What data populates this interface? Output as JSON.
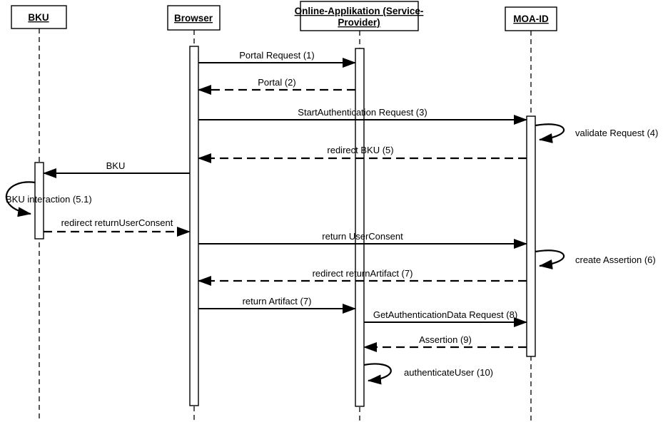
{
  "diagram_type": "uml-sequence-diagram",
  "colors": {
    "line": "#000000",
    "background": "#ffffff",
    "shape_fill": "#ffffff"
  },
  "lifelines": [
    {
      "name": "BKU",
      "label": "BKU"
    },
    {
      "name": "Browser",
      "label": "Browser"
    },
    {
      "name": "Online-Applikation",
      "label_line1": "Online-Applikation (Service-",
      "label_line2": "Provider)"
    },
    {
      "name": "MOA-ID",
      "label": "MOA-ID"
    }
  ],
  "messages": [
    {
      "label": "Portal Request (1)",
      "from": "Browser",
      "to": "Online-Applikation",
      "style": "solid"
    },
    {
      "label": "Portal (2)",
      "from": "Online-Applikation",
      "to": "Browser",
      "style": "dashed"
    },
    {
      "label": "StartAuthentication Request (3)",
      "from": "Browser",
      "to": "MOA-ID",
      "style": "solid"
    },
    {
      "label": "validate Request (4)",
      "from": "MOA-ID",
      "to": "MOA-ID",
      "style": "self-loop"
    },
    {
      "label": "redirect BKU (5)",
      "from": "MOA-ID",
      "to": "Browser",
      "style": "dashed"
    },
    {
      "label": "BKU",
      "from": "Browser",
      "to": "BKU",
      "style": "solid"
    },
    {
      "label": "BKU interaction (5.1)",
      "from": "BKU",
      "to": "BKU",
      "style": "self-loop"
    },
    {
      "label": "redirect returnUserConsent",
      "from": "BKU",
      "to": "Browser",
      "style": "dashed"
    },
    {
      "label": "return UserConsent",
      "from": "Browser",
      "to": "MOA-ID",
      "style": "solid"
    },
    {
      "label": "create Assertion (6)",
      "from": "MOA-ID",
      "to": "MOA-ID",
      "style": "self-loop"
    },
    {
      "label": "redirect returnArtifact (7)",
      "from": "MOA-ID",
      "to": "Browser",
      "style": "dashed"
    },
    {
      "label": "return Artifact (7)",
      "from": "Browser",
      "to": "Online-Applikation",
      "style": "solid"
    },
    {
      "label": "GetAuthenticationData Request (8)",
      "from": "Online-Applikation",
      "to": "MOA-ID",
      "style": "solid"
    },
    {
      "label": "Assertion (9)",
      "from": "MOA-ID",
      "to": "Online-Applikation",
      "style": "dashed"
    },
    {
      "label": "authenticateUser (10)",
      "from": "Online-Applikation",
      "to": "Online-Applikation",
      "style": "self-loop"
    }
  ]
}
